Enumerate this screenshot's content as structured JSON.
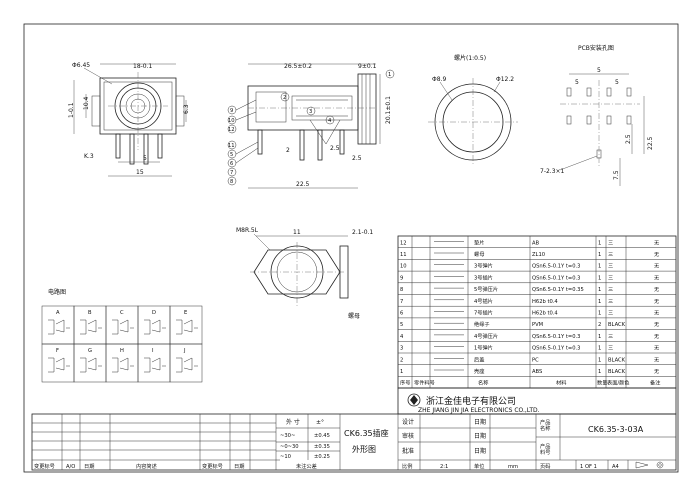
{
  "views": {
    "front_view": {
      "dims": [
        "Φ6.45",
        "18-0.1",
        "10.4",
        "1-0.1",
        "5",
        "6.3",
        "K.3",
        "15",
        "5"
      ]
    },
    "side_view": {
      "dims": [
        "26.5±0.2",
        "9±0.1",
        "20.1±0.1",
        "2",
        "2.5",
        "2.5",
        "22.5"
      ],
      "balloons": [
        "1",
        "2",
        "3",
        "4",
        "5",
        "6",
        "7",
        "8",
        "9",
        "10",
        "11",
        "12"
      ]
    },
    "nut_view": {
      "title": "螺片(1:0.5)",
      "dims": [
        "Φ8.9",
        "Φ12.2"
      ]
    },
    "pcb_view": {
      "title": "PCB安装孔图",
      "dims": [
        "5",
        "5",
        "5",
        "2.5",
        "7.5",
        "22.5",
        "7-2.3×1",
        "1"
      ]
    },
    "nut_detail": {
      "dims": [
        "M8R.5L",
        "11",
        "2.1-0.1"
      ],
      "caption": "螺母"
    },
    "circuit": {
      "title": "电路图",
      "cells": [
        "A",
        "B",
        "C",
        "D",
        "E",
        "F",
        "G",
        "H",
        "I",
        "J"
      ]
    }
  },
  "bom": {
    "rows": [
      {
        "no": "12",
        "name": "垫片",
        "material": "AB",
        "qty": "1",
        "finish": "三",
        "note": "无"
      },
      {
        "no": "11",
        "name": "螺母",
        "material": "ZL10",
        "qty": "1",
        "finish": "三",
        "note": "无"
      },
      {
        "no": "10",
        "name": "3号弹片",
        "material": "QSn6.5-0.1Y t=0.3",
        "qty": "1",
        "finish": "三",
        "note": "无"
      },
      {
        "no": "9",
        "name": "3号插片",
        "material": "QSn6.5-0.1Y t=0.3",
        "qty": "1",
        "finish": "三",
        "note": "无"
      },
      {
        "no": "8",
        "name": "5号弹压片",
        "material": "QSn6.5-0.1Y t=0.35",
        "qty": "1",
        "finish": "三",
        "note": "无"
      },
      {
        "no": "7",
        "name": "4号插片",
        "material": "H62b t0.4",
        "qty": "1",
        "finish": "三",
        "note": "无"
      },
      {
        "no": "6",
        "name": "7号插片",
        "material": "H62b t0.4",
        "qty": "1",
        "finish": "三",
        "note": "无"
      },
      {
        "no": "5",
        "name": "绝缘子",
        "material": "PVM",
        "qty": "2",
        "finish": "BLACK",
        "note": "无"
      },
      {
        "no": "4",
        "name": "4号弹压片",
        "material": "QSn6.5-0.1Y t=0.3",
        "qty": "1",
        "finish": "三",
        "note": "无"
      },
      {
        "no": "3",
        "name": "1号弹片",
        "material": "QSn6.5-0.1Y t=0.3",
        "qty": "1",
        "finish": "三",
        "note": "无"
      },
      {
        "no": "2",
        "name": "后盖",
        "material": "PC",
        "qty": "1",
        "finish": "BLACK",
        "note": "无"
      },
      {
        "no": "1",
        "name": "壳座",
        "material": "ABS",
        "qty": "1",
        "finish": "BLACK",
        "note": "无"
      }
    ],
    "header": [
      "序号",
      "零件料号",
      "名称",
      "材料",
      "数量",
      "表面/颜色",
      "备注"
    ]
  },
  "company": {
    "name_cn": "浙江金佳电子有限公司",
    "name_en": "ZHE JIANG JIN JIA ELECTRONICS CO.,LTD."
  },
  "title_block": {
    "tolerance_head": [
      "外 寸",
      "±°"
    ],
    "tolerance_rows": [
      [
        "~30~",
        "±0.45"
      ],
      [
        "~0~30",
        "±0.35"
      ],
      [
        "~10",
        "±0.25"
      ]
    ],
    "tolerance_foot": "未注公差",
    "product_name": "CK6.35插座",
    "drawing_name": "外形图",
    "roles": [
      "设计",
      "审核",
      "批准"
    ],
    "date_label": "日期",
    "product_label": "产品\n名称",
    "part_no_label": "产品\n料号",
    "part_no": "CK6.35-3-03A",
    "scale_label": "比例",
    "scale": "2:1",
    "sheet_label": "单位",
    "sheet_value": "mm",
    "page_label": "页码",
    "page_value": "1 OF 1",
    "size_value": "A4",
    "rev_head": [
      "变更标号",
      "A/O",
      "日期",
      "内容简述",
      "变更标号",
      "日期"
    ]
  }
}
